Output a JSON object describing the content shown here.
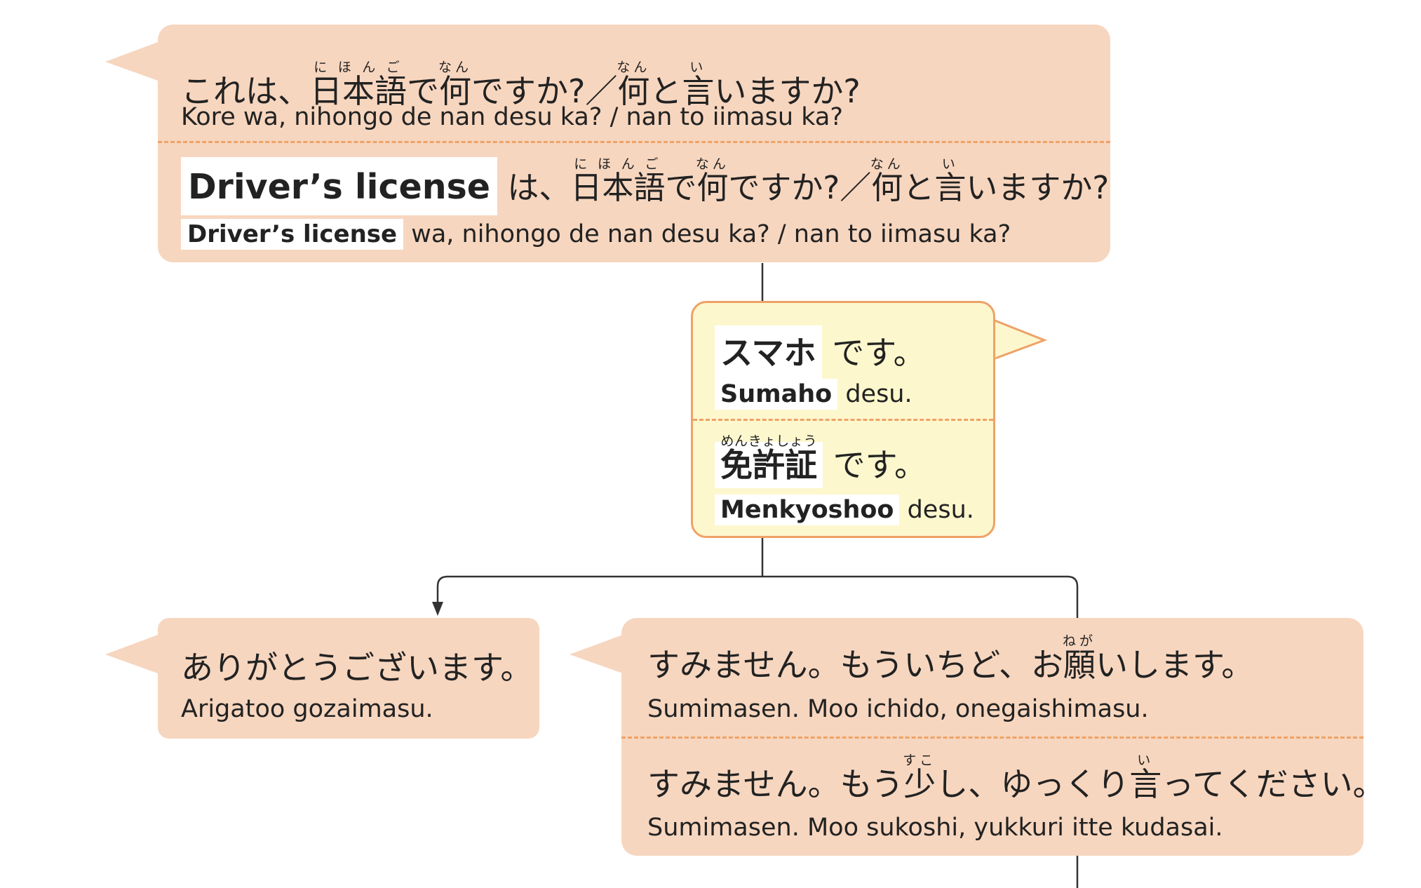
{
  "colors": {
    "salmon": "#f7d6bf",
    "yellow": "#fdf7cd",
    "orange_border": "#eea266",
    "line": "#333333",
    "highlight": "#ffffff"
  },
  "q1": {
    "jp": {
      "a": "これは、",
      "b": "日本語",
      "b_rt": "にほんご",
      "c": "で",
      "d": "何",
      "d_rt": "なん",
      "e": "ですか?／",
      "f": "何",
      "f_rt": "なん",
      "g": "と",
      "h": "言",
      "h_rt": "い",
      "i": "いますか?"
    },
    "romaji": "Kore wa, nihongo de nan desu ka?  / nan to iimasu ka?"
  },
  "q2": {
    "jp": {
      "term": "Driver’s license",
      "a": " は、",
      "b": "日本語",
      "b_rt": "にほんご",
      "c": "で",
      "d": "何",
      "d_rt": "なん",
      "e": "ですか?／",
      "f": "何",
      "f_rt": "なん",
      "g": "と",
      "h": "言",
      "h_rt": "い",
      "i": "いますか?"
    },
    "romaji": {
      "term": "Driver’s license",
      "rest": " wa, nihongo de nan desu ka? / nan to iimasu ka?"
    }
  },
  "a1": {
    "jp": {
      "term": "スマホ",
      "rest": " です。"
    },
    "romaji": {
      "term": "Sumaho",
      "rest": " desu."
    }
  },
  "a2": {
    "jp": {
      "term": "免許証",
      "term_rt": "めんきょしょう",
      "rest": " です。"
    },
    "romaji": {
      "term": "Menkyoshoo",
      "rest": " desu."
    }
  },
  "r1": {
    "jp": "ありがとうございます。",
    "romaji": "Arigatoo gozaimasu."
  },
  "r2": {
    "jp": {
      "a": "すみません。もういちど、お",
      "b": "願",
      "b_rt": "ねが",
      "c": "いします。"
    },
    "romaji": "Sumimasen. Moo ichido, onegaishimasu."
  },
  "r3": {
    "jp": {
      "a": "すみません。もう",
      "b": "少",
      "b_rt": "すこ",
      "c": "し、ゆっくり",
      "d": "言",
      "d_rt": "い",
      "e": "ってください。"
    },
    "romaji": "Sumimasen. Moo sukoshi, yukkuri itte kudasai."
  }
}
